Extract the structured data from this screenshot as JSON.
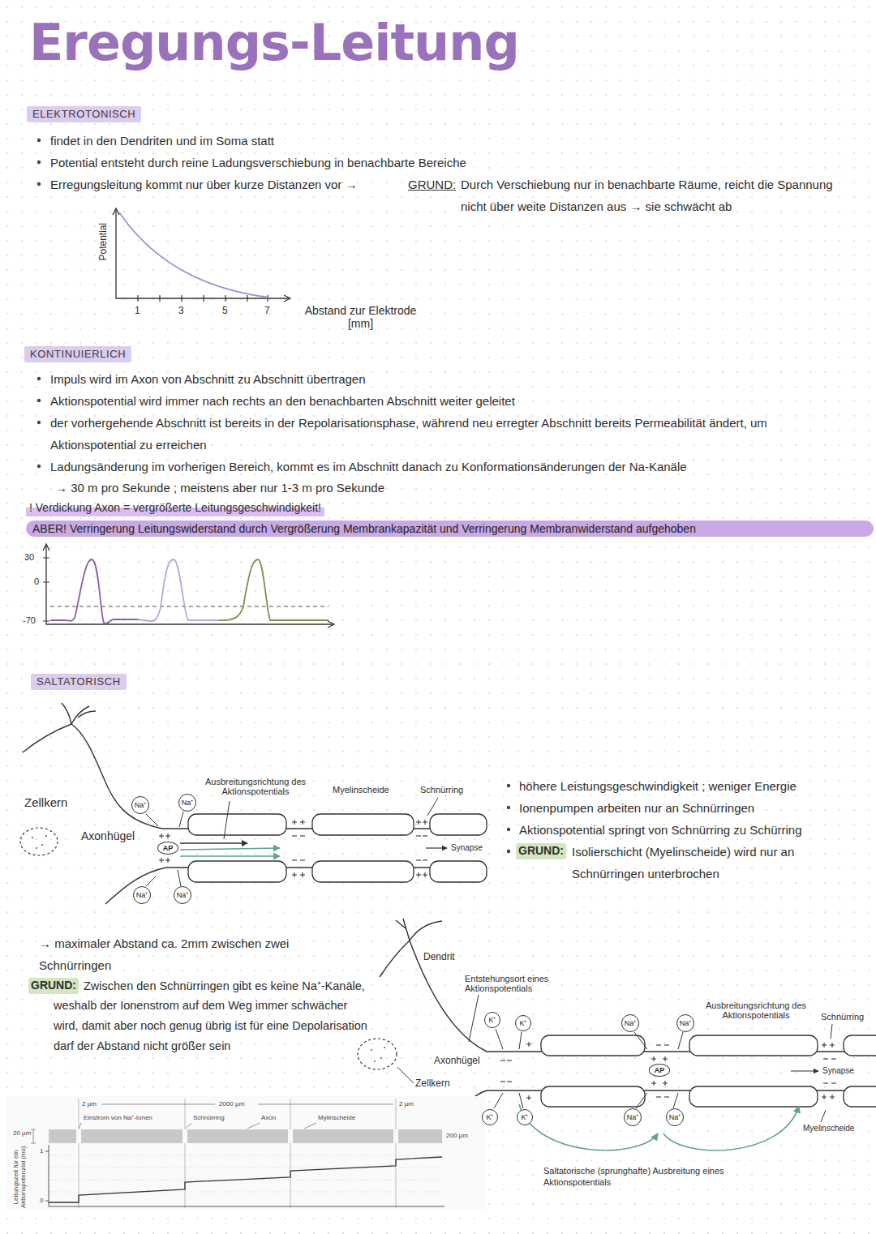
{
  "diagram": {
    "title": "Eregungs-Leitung",
    "nodes": [
      {
        "text": [
          "ELEKTROTONISCH"
        ]
      },
      {
        "text": [
          "KONTINUIERLICH"
        ]
      },
      {
        "text": [
          "! Verdickung Axon = vergrößerte Leitungsgeschwindigkeit!"
        ]
      },
      {
        "text": [
          "ABER! Verringerung Leitungswiderstand durch Vergrößerung Membrankapazität und Verringerung Membranwiderstand aufgehoben"
        ]
      },
      {
        "text": [
          "SALTATORISCH"
        ]
      },
      {
        "text": [
          "GRUND:"
        ]
      },
      {
        "text": [
          "GRUND:"
        ]
      },
      {
        "text": [
          "Na⁺"
        ]
      },
      {
        "text": [
          "Na⁺"
        ]
      },
      {
        "text": [
          "Na⁺"
        ]
      },
      {
        "text": [
          "Na⁺"
        ]
      },
      {
        "text": [
          "AP"
        ]
      },
      {
        "text": [
          "K⁺"
        ]
      },
      {
        "text": [
          "K⁺"
        ]
      },
      {
        "text": [
          "K⁺"
        ]
      },
      {
        "text": [
          "K⁺"
        ]
      },
      {
        "text": [
          "Na⁺"
        ]
      },
      {
        "text": [
          "Na⁺"
        ]
      },
      {
        "text": [
          "Na⁺"
        ]
      },
      {
        "text": [
          "Na⁺"
        ]
      },
      {
        "text": [
          "AP"
        ]
      }
    ],
    "labels": [
      "findet in den Dendriten und im Soma statt",
      "Potential entsteht durch reine Ladungsverschiebung in benachbarte Bereiche",
      "Erregungsleitung kommt nur über kurze Distanzen vor →",
      "GRUND:",
      "Durch Verschiebung nur in benachbarte Räume, reicht die Spannung nicht über weite Distanzen aus → sie schwächt ab",
      "Potential",
      "1",
      "3",
      "5",
      "7",
      "Abstand zur Elektrode [mm]",
      "Impuls wird im Axon von Abschnitt zu Abschnitt übertragen",
      "Aktionspotential wird immer nach rechts an den benachbarten Abschnitt weiter geleitet",
      "der vorhergehende Abschnitt ist bereits in der Repolarisationsphase, während neu erregter Abschnitt bereits Permeabilität ändert, um Aktionspotential zu erreichen",
      "Ladungsänderung im vorherigen Bereich, kommt es im Abschnitt danach zu Konformationsänderungen der Na-Kanäle",
      "→ 30 m pro Sekunde ; meistens aber nur 1-3 m pro Sekunde",
      "30",
      "0",
      "-70",
      "Zellkern",
      "Axonhügel",
      "Ausbreitungsrichtung des Aktionspotentials",
      "Myelinscheide",
      "Schnürring",
      "Synapse",
      "höhere Leistungsgeschwindigkeit ; weniger Energie",
      "Ionenpumpen arbeiten nur an Schnürringen",
      "Aktionspotential springt von Schnürring zu Schürring",
      "Isolierschicht (Myelinscheide) wird nur an Schnürringen unterbrochen",
      "→ maximaler Abstand ca. 2mm zwischen zwei Schnürringen",
      "Zwischen den Schnürringen gibt es keine Na⁺-Kanäle, weshalb der Ionenstrom auf dem Weg immer schwächer wird, damit aber noch genug übrig ist für eine Depolarisation darf der Abstand nicht größer sein",
      "2 µm",
      "Einstrom von Na⁺-Ionen",
      "2000 µm",
      "Schnürring",
      "Axon",
      "Mylinscheide",
      "2 µm",
      "200 µm",
      "20 µm",
      "Leitungszeit für ein Aktionspotenzial (ms)",
      "1",
      "0",
      "Dendrit",
      "Entstehungsort eines Aktionspotentials",
      "Axonhügel",
      "Zellkern",
      "Ausbreitungsrichtung des Aktionspotentials",
      "Schnürring",
      "Synapse",
      "Myelinscheide",
      "Saltatorische (sprunghafte) Ausbreitung eines Aktionspotentials"
    ]
  }
}
